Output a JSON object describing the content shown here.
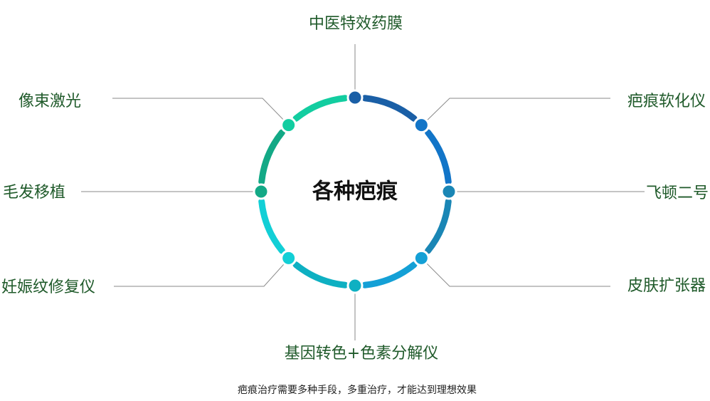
{
  "diagram": {
    "center": "各种疤痕",
    "caption": "疤痕治疗需要多种手段，多重治疗，才能达到理想效果",
    "options": [
      {
        "label": "中医特效药膜"
      },
      {
        "label": "疤痕软化仪"
      },
      {
        "label": "飞顿二号"
      },
      {
        "label": "皮肤扩张器"
      },
      {
        "label": "基因转色+色素分解仪"
      },
      {
        "label": "妊娠纹修复仪"
      },
      {
        "label": "毛发移植"
      },
      {
        "label": "像束激光"
      }
    ],
    "colors": {
      "ring_segments": [
        "#1a5fa6",
        "#1275c8",
        "#1a86b5",
        "#14a0d6",
        "#0eb0c2",
        "#12cfd6",
        "#13a986",
        "#12cda0"
      ],
      "dots": [
        "#1a5fa6",
        "#1275c8",
        "#1a86b5",
        "#14a0d6",
        "#0eb0c2",
        "#12cfd6",
        "#13a986",
        "#12cda0"
      ]
    }
  }
}
